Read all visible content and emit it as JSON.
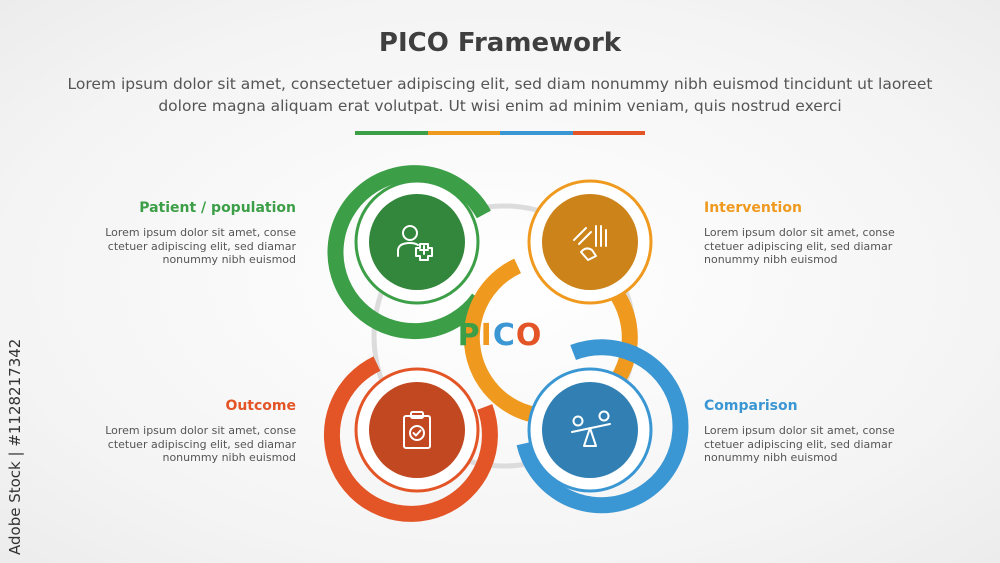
{
  "title": "PICO Framework",
  "subtitle": "Lorem ipsum dolor sit amet, consectetuer adipiscing elit, sed diam nonummy nibh euismod tincidunt ut laoreet dolore magna aliquam erat volutpat. Ut wisi enim ad minim veniam, quis nostrud exerci",
  "center_word": {
    "letters": [
      "P",
      "I",
      "C",
      "O"
    ]
  },
  "colors": {
    "green": "#3c9f47",
    "orange": "#ef9a1f",
    "red": "#e35526",
    "blue": "#3b97d3"
  },
  "items": [
    {
      "label": "Patient / population",
      "description": "Lorem ipsum dolor sit amet, conse ctetuer adipiscing elit, sed diamar nonummy nibh euismod",
      "icon": "patient-add-icon"
    },
    {
      "label": "Intervention",
      "description": "Lorem ipsum dolor sit amet, conse ctetuer adipiscing elit, sed diamar nonummy nibh euismod",
      "icon": "hand-intervention-icon"
    },
    {
      "label": "Outcome",
      "description": "Lorem ipsum dolor sit amet, conse ctetuer adipiscing elit, sed diamar nonummy nibh euismod",
      "icon": "clipboard-check-icon"
    },
    {
      "label": "Comparison",
      "description": "Lorem ipsum dolor sit amet, conse ctetuer adipiscing elit, sed diamar nonummy nibh euismod",
      "icon": "balance-scale-icon"
    }
  ],
  "watermark": "Adobe Stock | #1128217342"
}
